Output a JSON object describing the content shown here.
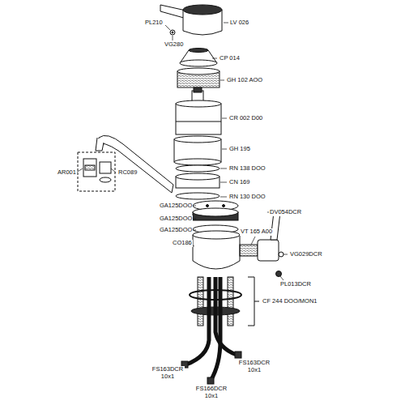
{
  "diagram": {
    "labels": [
      "LV 026",
      "PL210",
      "VG280",
      "CP 014",
      "GH 102 AOO",
      "CR 002 D00",
      "GH 195",
      "AR001",
      "RC089",
      "RN 138 DOO",
      "CN 169",
      "RN 130 DOO",
      "GA125DOO",
      "GA125DOO",
      "GA125DOO",
      "DV054DCR",
      "VT 165 A00",
      "VG029DCR",
      "CO186",
      "PL013DCR",
      "CF 244 DOO/MON1",
      "FS163DCR 10x1",
      "FS163DCR 10x1",
      "FS166DCR 10x1"
    ]
  }
}
